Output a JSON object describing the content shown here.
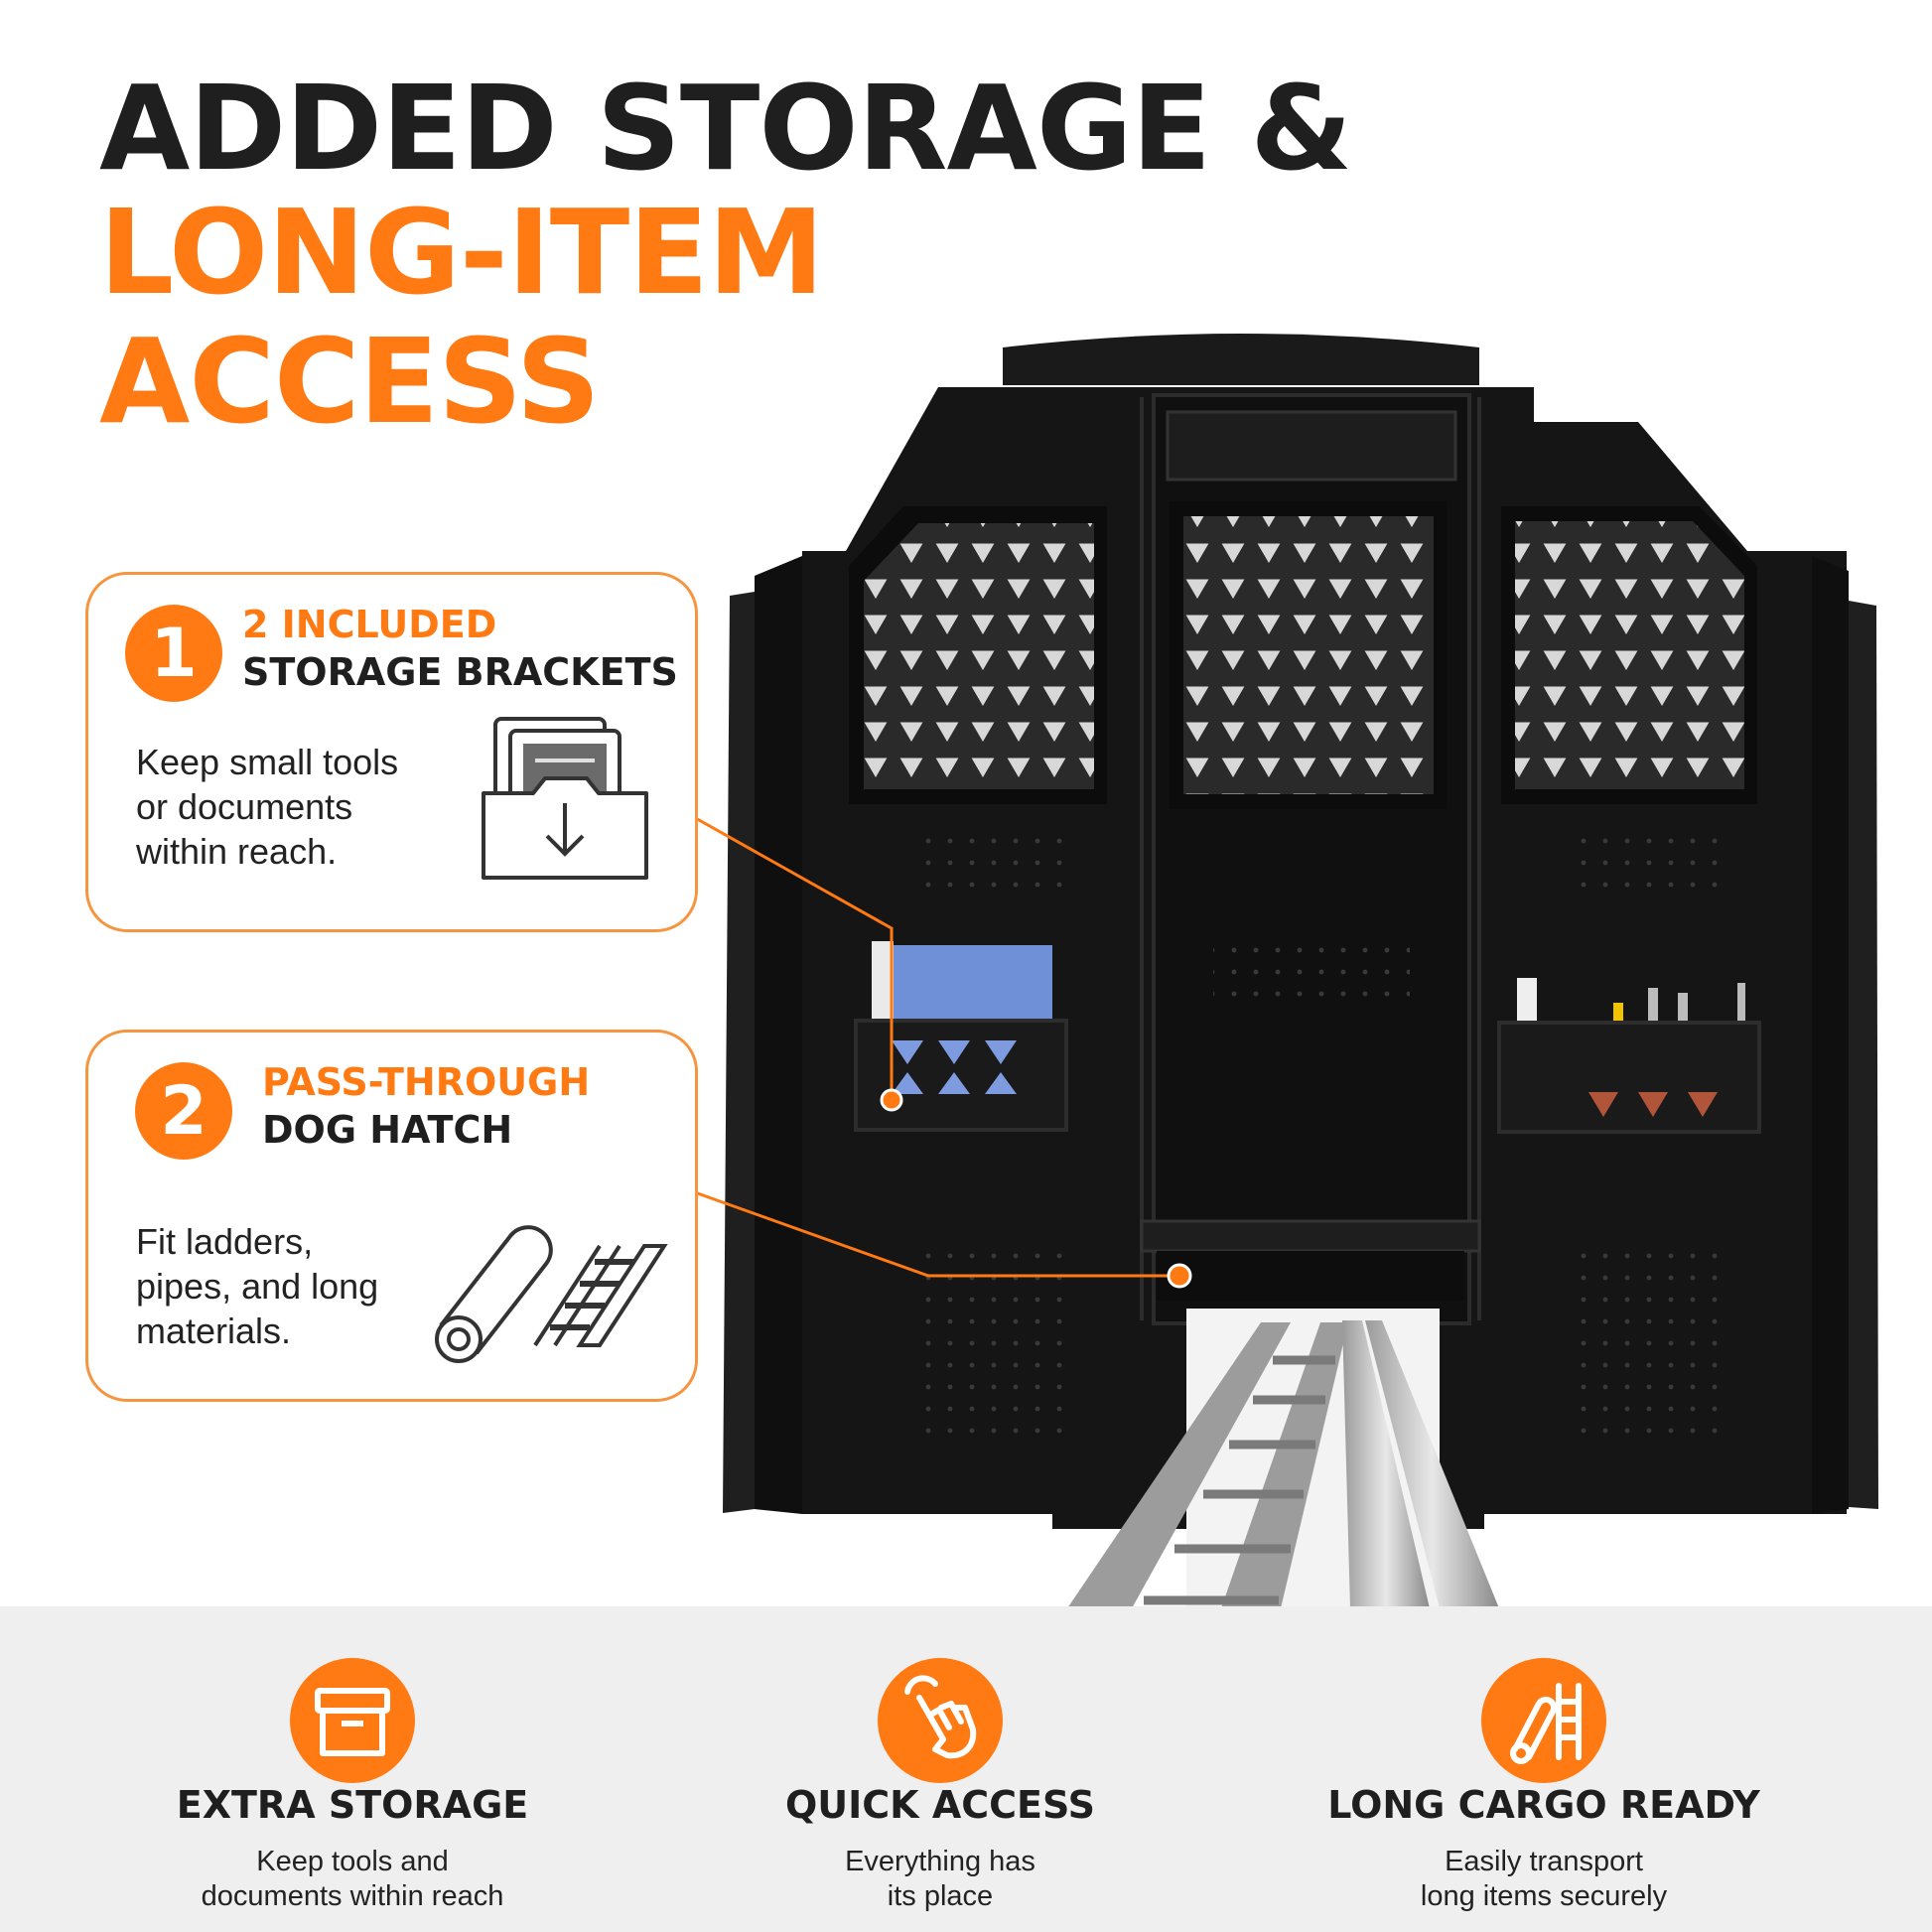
{
  "headline": {
    "line1": "ADDED STORAGE &",
    "line2": "LONG-ITEM",
    "line3": "ACCESS"
  },
  "callouts": [
    {
      "number": "1",
      "title_accent": "2 INCLUDED",
      "title_main": "STORAGE BRACKETS",
      "body": "Keep small tools\nor documents\nwithin reach.",
      "icon": "folder-documents-icon"
    },
    {
      "number": "2",
      "title_accent": "PASS-THROUGH",
      "title_main": "DOG HATCH",
      "body": "Fit ladders,\npipes, and long\nmaterials.",
      "icon": "pipe-and-ladder-icon"
    }
  ],
  "features": [
    {
      "title": "EXTRA STORAGE",
      "text": "Keep tools and\ndocuments within reach",
      "icon": "storage-box-icon"
    },
    {
      "title": "QUICK ACCESS",
      "text": "Everything has\nits place",
      "icon": "tap-hand-icon"
    },
    {
      "title": "LONG CARGO READY",
      "text": "Easily transport\nlong items securely",
      "icon": "pipe-ladder-icon"
    }
  ],
  "colors": {
    "accent": "#ff7a12",
    "text": "#1f1f1f",
    "band": "#efefef",
    "partition": "#151515"
  }
}
